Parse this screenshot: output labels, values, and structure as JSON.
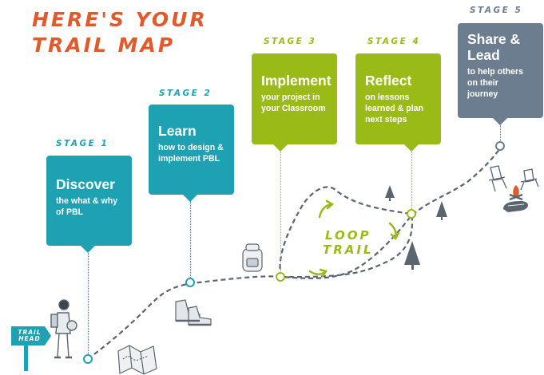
{
  "heading": {
    "line1": "HERE'S YOUR",
    "line2": "TRAIL MAP"
  },
  "stages": [
    {
      "label": "STAGE 1",
      "title": "Discover",
      "desc": "the what & why of PBL"
    },
    {
      "label": "STAGE 2",
      "title": "Learn",
      "desc": "how to design & implement PBL"
    },
    {
      "label": "STAGE 3",
      "title": "Implement",
      "desc": "your project in your Classroom"
    },
    {
      "label": "STAGE 4",
      "title": "Reflect",
      "desc": "on lessons learned & plan next steps"
    },
    {
      "label": "STAGE 5",
      "title": "Share & Lead",
      "desc": "to help others on their journey"
    }
  ],
  "loop_trail": {
    "line1": "LOOP",
    "line2": "TRAIL"
  },
  "trailhead": {
    "line1": "TRAIL",
    "line2": "HEAD"
  },
  "colors": {
    "heading": "#e05a2b",
    "teal": "#1ea1b3",
    "green": "#9aba17",
    "slate": "#6c7d90",
    "trail": "#5a6570"
  },
  "icons": [
    "hiker-icon",
    "map-icon",
    "boots-icon",
    "backpack-icon",
    "pine-tree-icon",
    "campfire-icon",
    "camp-chair-icon",
    "sleeping-bag-icon",
    "loop-arrow-icon"
  ]
}
